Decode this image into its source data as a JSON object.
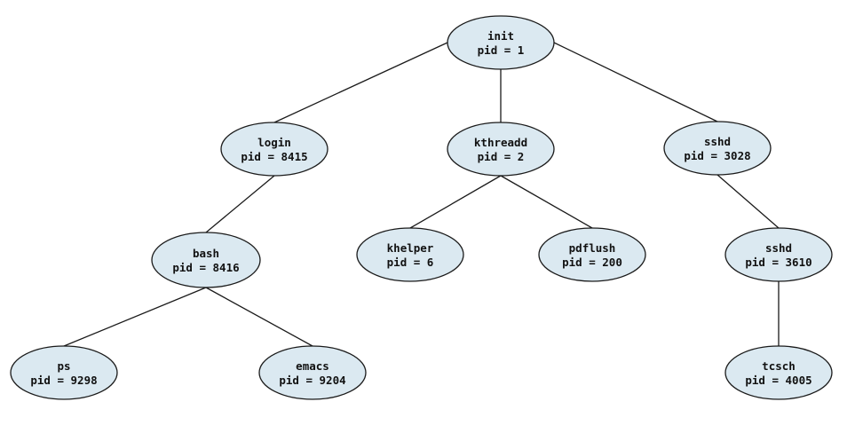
{
  "diagram": {
    "type": "process-tree",
    "colors": {
      "node_fill": "#dbe9f1",
      "outline": "#1a1a1a",
      "text": "#111111"
    },
    "nodes": [
      {
        "id": "init",
        "name": "init",
        "pid_text": "pid = 1"
      },
      {
        "id": "login",
        "name": "login",
        "pid_text": "pid = 8415"
      },
      {
        "id": "kthreadd",
        "name": "kthreadd",
        "pid_text": "pid = 2"
      },
      {
        "id": "sshd1",
        "name": "sshd",
        "pid_text": "pid = 3028"
      },
      {
        "id": "bash",
        "name": "bash",
        "pid_text": "pid = 8416"
      },
      {
        "id": "khelper",
        "name": "khelper",
        "pid_text": "pid = 6"
      },
      {
        "id": "pdflush",
        "name": "pdflush",
        "pid_text": "pid = 200"
      },
      {
        "id": "sshd2",
        "name": "sshd",
        "pid_text": "pid = 3610"
      },
      {
        "id": "ps",
        "name": "ps",
        "pid_text": "pid = 9298"
      },
      {
        "id": "emacs",
        "name": "emacs",
        "pid_text": "pid = 9204"
      },
      {
        "id": "tcsch",
        "name": "tcsch",
        "pid_text": "pid = 4005"
      }
    ],
    "edges": [
      [
        "init",
        "login"
      ],
      [
        "init",
        "kthreadd"
      ],
      [
        "init",
        "sshd1"
      ],
      [
        "login",
        "bash"
      ],
      [
        "bash",
        "ps"
      ],
      [
        "bash",
        "emacs"
      ],
      [
        "kthreadd",
        "khelper"
      ],
      [
        "kthreadd",
        "pdflush"
      ],
      [
        "sshd1",
        "sshd2"
      ],
      [
        "sshd2",
        "tcsch"
      ]
    ]
  }
}
